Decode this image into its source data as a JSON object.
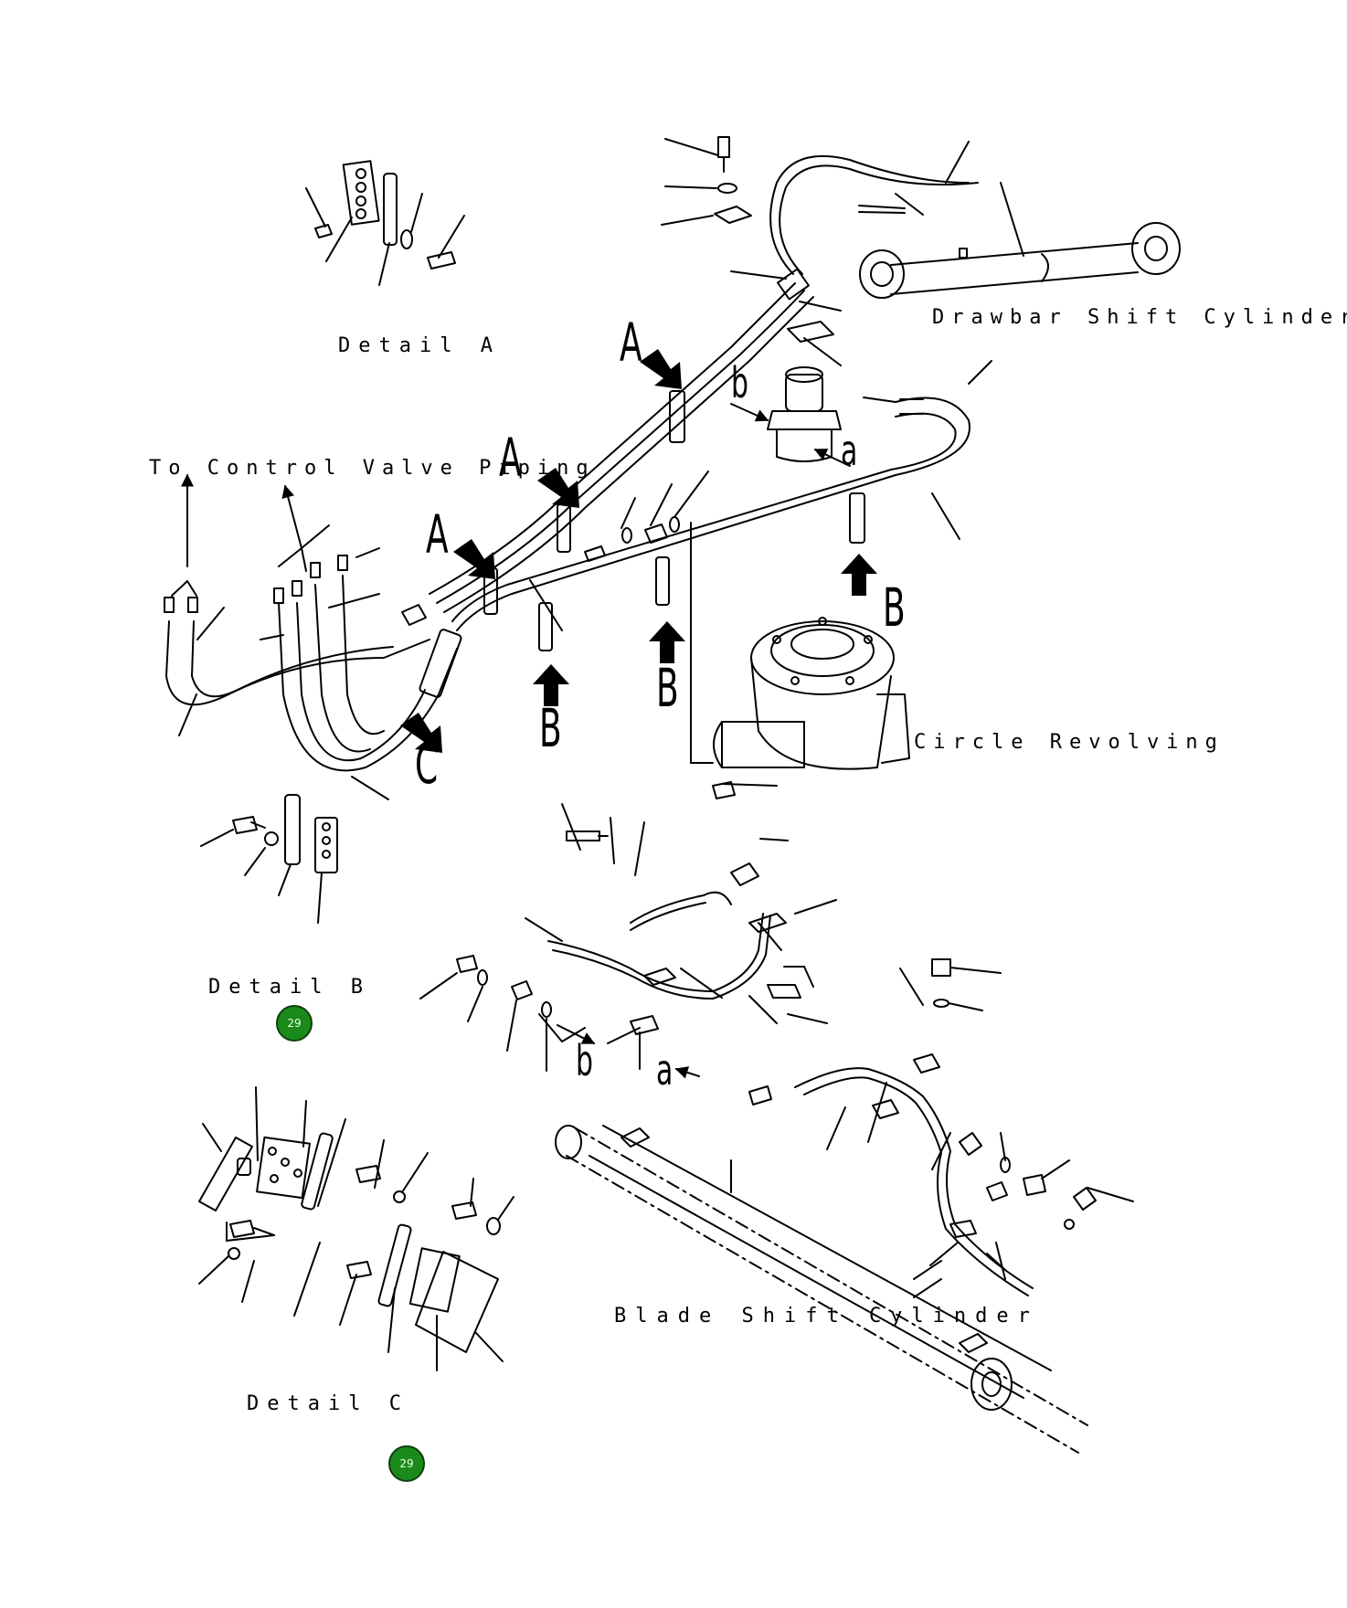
{
  "labels": {
    "detail_a": "Detail A",
    "to_control_valve": "To Control Valve Piping",
    "drawbar_shift_cylinder": "Drawbar Shift Cylinder",
    "circle_revolving": "Circle Revolving",
    "detail_b": "Detail B",
    "blade_shift_cylinder": "Blade Shift Cylinder",
    "detail_c": "Detail C"
  },
  "markers": {
    "a": "A",
    "b": "B",
    "c": "C",
    "small_a": "a",
    "small_b": "b"
  },
  "badges": {
    "detail_b_badge": "29",
    "detail_c_badge": "29"
  }
}
